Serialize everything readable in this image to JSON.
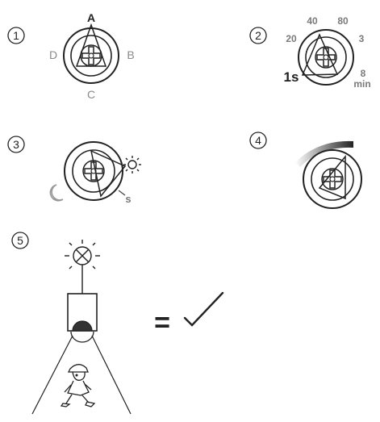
{
  "steps": [
    {
      "number": "1",
      "dial_labels": {
        "top": "A",
        "right": "B",
        "bottom": "C",
        "left": "D"
      }
    },
    {
      "number": "2",
      "dial_labels": [
        "1s",
        "20",
        "40",
        "80",
        "3",
        "8",
        "min"
      ]
    },
    {
      "number": "3",
      "dial_labels": {
        "bottom_right": "s"
      },
      "icons": [
        "sun-icon",
        "moon-icon"
      ]
    },
    {
      "number": "4"
    },
    {
      "number": "5",
      "equals": "=",
      "icons": [
        "lamp-icon",
        "checkmark-icon",
        "walking-person-icon"
      ]
    }
  ]
}
